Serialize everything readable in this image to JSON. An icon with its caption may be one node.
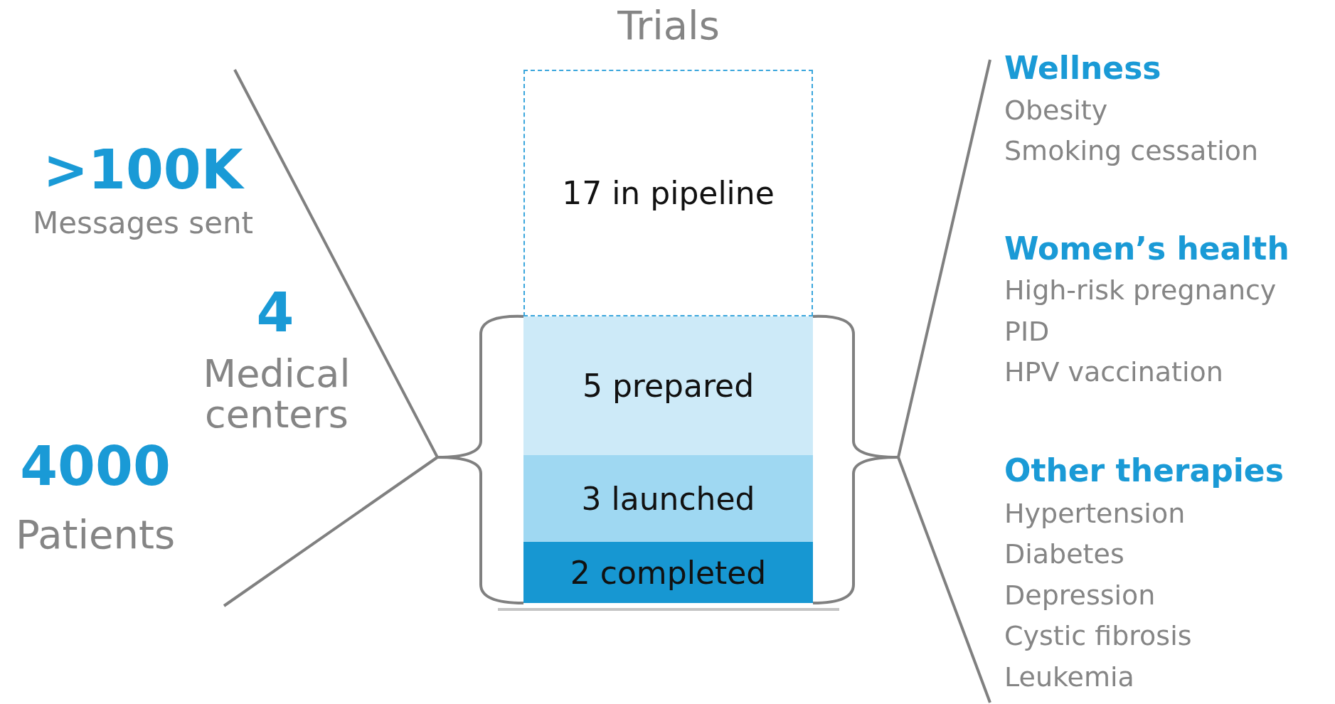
{
  "diagram": {
    "title": "Trials",
    "nodes": [
      {
        "text": [
          "17 in pipeline"
        ]
      },
      {
        "text": [
          "5 prepared"
        ]
      },
      {
        "text": [
          "3 launched"
        ]
      },
      {
        "text": [
          "2 completed"
        ]
      }
    ],
    "labels": [
      ">100K",
      "Messages sent",
      "4",
      "Medical centers",
      "4000",
      "Patients",
      "Wellness",
      "Obesity",
      "Smoking cessation",
      "Women’s health",
      "High-risk pregnancy",
      "PID",
      "HPV vaccination",
      "Other therapies",
      "Hypertension",
      "Diabetes",
      "Depression",
      "Cystic fibrosis",
      "Leukemia"
    ]
  }
}
